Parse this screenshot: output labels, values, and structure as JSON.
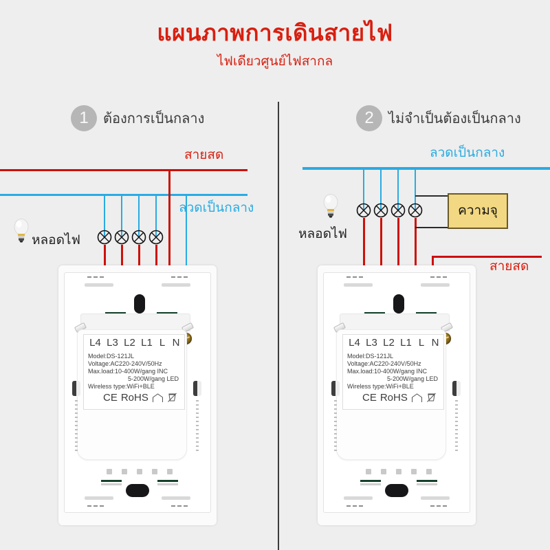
{
  "header": {
    "title": "แผนภาพการเดินสายไฟ",
    "subtitle": "ไฟเดียวศูนย์ไฟสากล",
    "title_color": "#d81f10"
  },
  "colors": {
    "background": "#eeeeee",
    "live_red": "#cc1008",
    "neutral_blue": "#29abe2",
    "capacitor_fill": "#f2d882",
    "capacitor_border": "#6a5a28",
    "badge_gray": "#b6b6b6",
    "divider": "#3b3b3b"
  },
  "sections": [
    {
      "number": "1",
      "label": "ต้องการเป็นกลาง"
    },
    {
      "number": "2",
      "label": "ไม่จำเป็นต้องเป็นกลาง"
    }
  ],
  "left_diagram": {
    "live_label": "สายสด",
    "neutral_label": "ลวดเป็นกลาง",
    "bulb_label": "หลอดไฟ",
    "lamp_count": 4
  },
  "right_diagram": {
    "neutral_label": "ลวดเป็นกลาง",
    "live_label": "สายสด",
    "bulb_label": "หลอดไฟ",
    "capacitor_label": "ความจุ",
    "lamp_count": 4
  },
  "device": {
    "terminals": [
      "L4",
      "L3",
      "L2",
      "L1",
      "L",
      "N"
    ],
    "spec_lines": [
      "Model:DS-121JL",
      "Voltage:AC220-240V/50Hz",
      "Max.load:10-400W/gang  INC",
      "5-200W/gang  LED",
      "Wireless type:WiFi+BLE"
    ],
    "cert_ce": "CE",
    "cert_rohs": "RoHS",
    "cert_icons": [
      "house-icon",
      "crossed-out-wheelie-bin-icon"
    ]
  }
}
